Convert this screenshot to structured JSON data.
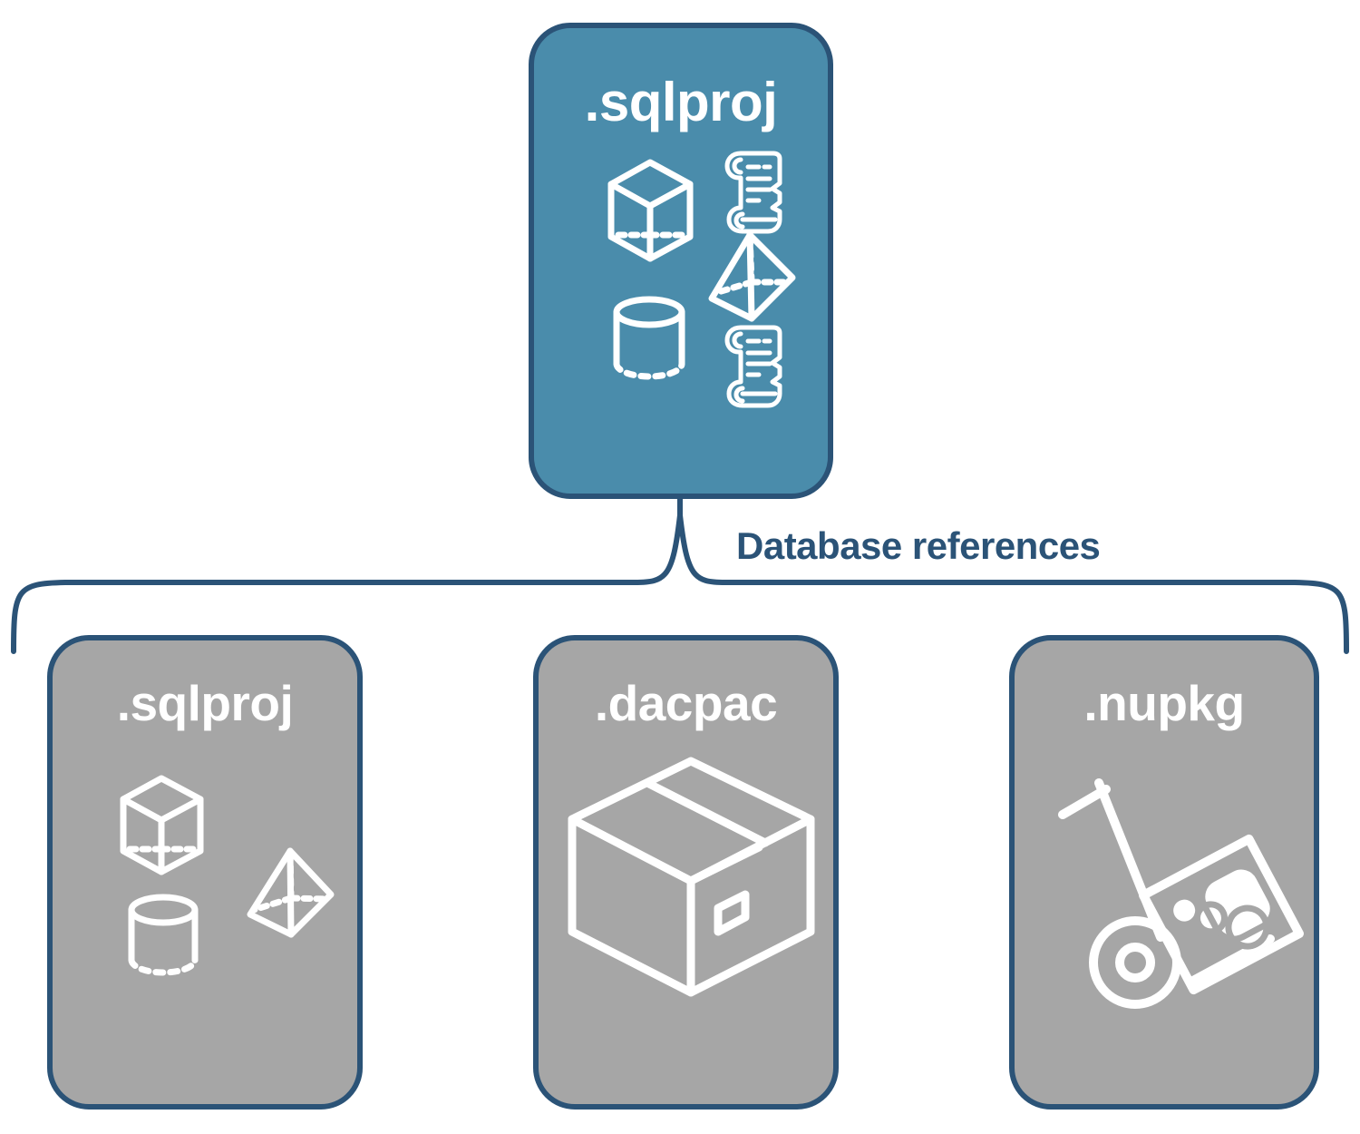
{
  "diagram": {
    "title_text": "Database references",
    "colors": {
      "accent_blue_fill": "#4a8cab",
      "border_navy": "#2b5377",
      "neutral_gray_fill": "#a6a6a6",
      "icon_white": "#ffffff",
      "label_navy": "#2b5377",
      "background": "#ffffff"
    },
    "root_node": {
      "label": ".sqlproj",
      "fill": "#4a8cab",
      "icons": [
        "cube-icon",
        "scroll-icon",
        "pyramid-icon",
        "cylinder-icon",
        "scroll-icon"
      ]
    },
    "connector": {
      "type": "curly-brace",
      "label": "Database references",
      "branch_count": 3
    },
    "reference_nodes": [
      {
        "label": ".sqlproj",
        "fill": "#a6a6a6",
        "icons": [
          "cube-icon",
          "pyramid-icon",
          "cylinder-icon"
        ]
      },
      {
        "label": ".dacpac",
        "fill": "#a6a6a6",
        "icons": [
          "shipping-box-icon"
        ]
      },
      {
        "label": ".nupkg",
        "fill": "#a6a6a6",
        "icons": [
          "hand-truck-nuget-package-icon"
        ]
      }
    ]
  }
}
